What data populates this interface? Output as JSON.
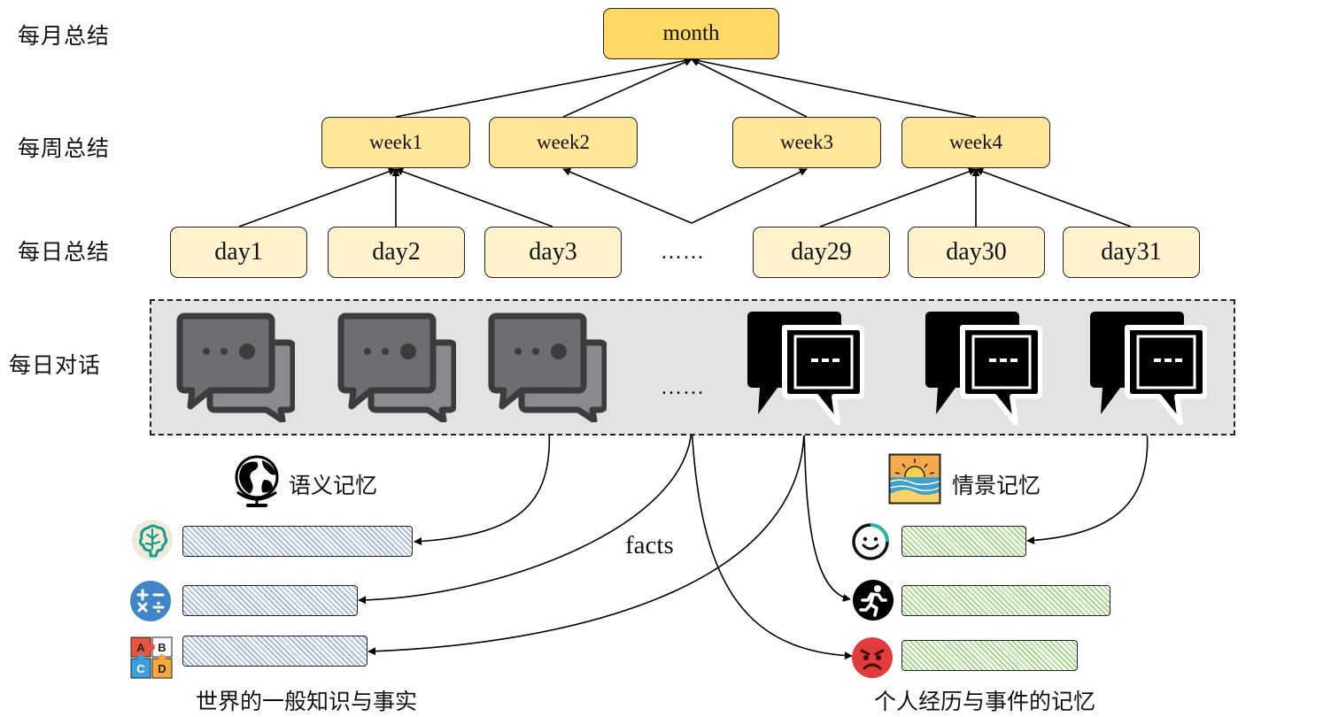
{
  "levels": {
    "monthly": "每月总结",
    "weekly": "每周总结",
    "daily": "每日总结",
    "dialogue": "每日对话"
  },
  "month_node": "month",
  "week_nodes": [
    "week1",
    "week2",
    "week3",
    "week4"
  ],
  "day_nodes": [
    "day1",
    "day2",
    "day3",
    "day29",
    "day30",
    "day31"
  ],
  "ellipsis_days": "……",
  "ellipsis_dialogues": "……",
  "semantic_memory": {
    "title": "语义记忆",
    "caption": "世界的一般知识与事实",
    "icons": [
      "brain-icon",
      "math-operators-icon",
      "abcd-puzzle-icon"
    ],
    "title_icon": "globe-icon"
  },
  "episodic_memory": {
    "title": "情景记忆",
    "caption": "个人经历与事件的记忆",
    "icons": [
      "smiley-icon",
      "running-person-icon",
      "angry-face-icon"
    ],
    "title_icon": "beach-sunset-icon"
  },
  "facts_label": "facts",
  "colors": {
    "month_fill": "#ffd966",
    "week_fill": "#ffe699",
    "day_fill": "#fff2cc",
    "band_fill": "#e3e3e3",
    "semantic_hatch": "#8fa8d4",
    "episodic_hatch": "#8ccf72",
    "chat_gray": "#6d6e71",
    "chat_black": "#000000"
  }
}
